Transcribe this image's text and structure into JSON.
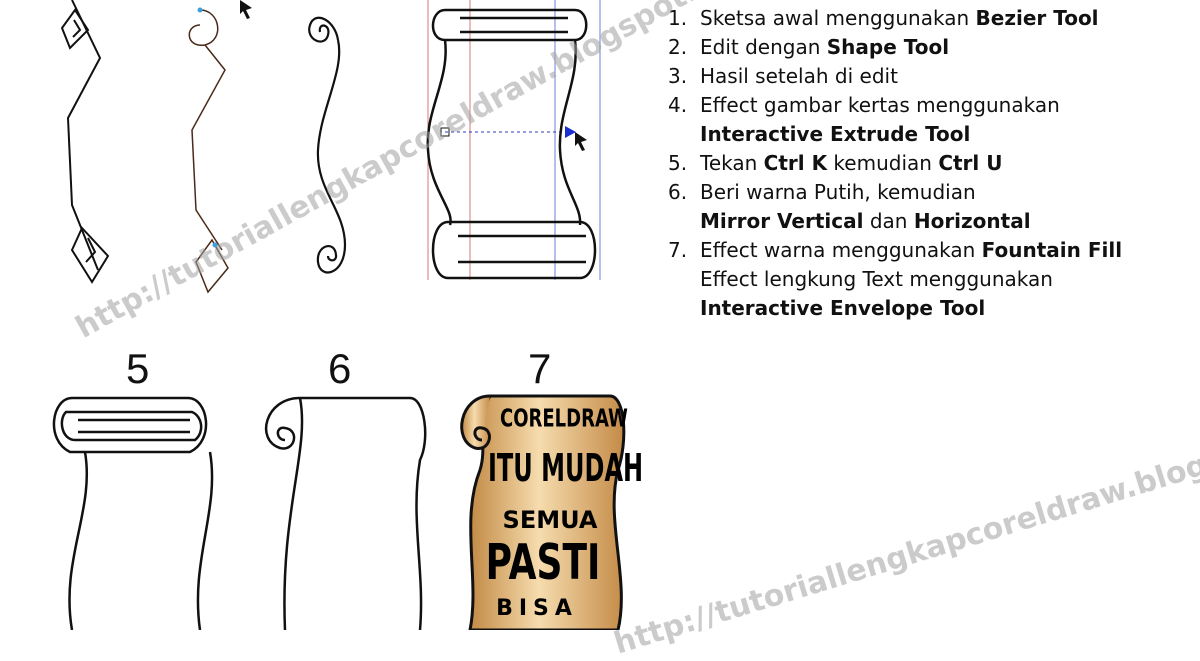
{
  "steps": [
    {
      "prefix": "Sketsa awal menggunakan ",
      "bold": "Bezier Tool"
    },
    {
      "prefix": "Edit dengan ",
      "bold": "Shape Tool"
    },
    {
      "prefix": "Hasil setelah di edit",
      "bold": ""
    },
    {
      "prefix": "Effect gambar kertas menggunakan",
      "bold": "",
      "cont_bold": "Interactive Extrude Tool"
    },
    {
      "prefix": "Tekan ",
      "bold": "Ctrl K",
      "mid": " kemudian ",
      "bold2": "Ctrl U"
    },
    {
      "prefix": "Beri warna Putih, kemudian",
      "bold": "",
      "cont_bold": "Mirror Vertical",
      "cont_mid": " dan ",
      "cont_bold2": "Horizontal"
    },
    {
      "prefix": "Effect warna menggunakan ",
      "bold": "Fountain Fill",
      "cont_text": "Effect lengkung Text menggunakan",
      "cont2_bold": "Interactive Envelope Tool"
    }
  ],
  "numbers": [
    "1.",
    "2.",
    "3.",
    "4.",
    "5.",
    "6.",
    "7."
  ],
  "figure_labels": {
    "five": "5",
    "six": "6",
    "seven": "7"
  },
  "scroll_text": {
    "line1": "CORELDRAW",
    "line2": "ITU MUDAH",
    "line3": "SEMUA",
    "line4": "PASTI",
    "line5": "BISA"
  },
  "watermark": "http://tutoriallengkapcoreldraw.blogspot.com/",
  "colors": {
    "paper_gold_light": "#f4d9a6",
    "paper_gold_dark": "#c9914b",
    "guide_red": "#d97a7a",
    "guide_blue": "#6b7fd6"
  }
}
